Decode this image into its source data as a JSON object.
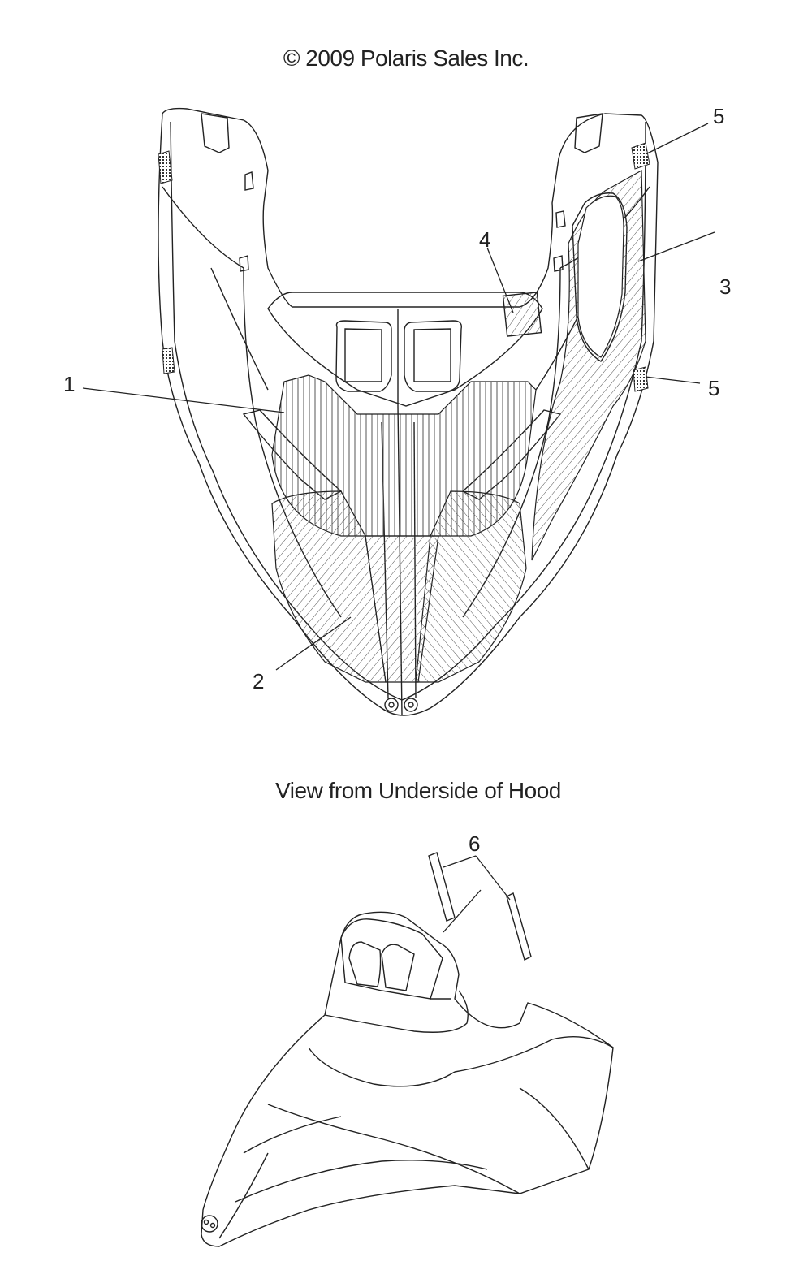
{
  "header": {
    "copyright": "© 2009 Polaris Sales Inc."
  },
  "top_view": {
    "callouts": [
      {
        "label": "1",
        "part": "decal-center-panel"
      },
      {
        "label": "2",
        "part": "decal-lower-left"
      },
      {
        "label": "3",
        "part": "decal-side-right"
      },
      {
        "label": "4",
        "part": "decal-small-square"
      },
      {
        "label": "5",
        "part": "side-vent-upper"
      },
      {
        "label": "5",
        "part": "side-vent-lower"
      }
    ]
  },
  "bottom_view": {
    "caption": "View from Underside of Hood",
    "callouts": [
      {
        "label": "6",
        "part": "trim-strips"
      }
    ]
  }
}
